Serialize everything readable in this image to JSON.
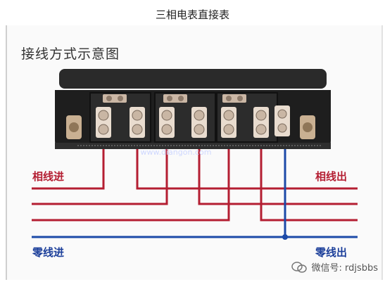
{
  "header": {
    "title": "三相电表直接表"
  },
  "card": {
    "title": "接线方式示意图"
  },
  "labels": {
    "phase_in": "相线进",
    "phase_out": "相线出",
    "neutral_in": "零线进",
    "neutral_out": "零线出"
  },
  "meter": {
    "watermark_text": "www.diangon.com"
  },
  "footer": {
    "account": "微信号: rdjsbbs"
  },
  "colors": {
    "phase_wire": "#b41e32",
    "neutral_wire": "#1c4aa8",
    "meter_body": "#1e1e1e"
  }
}
